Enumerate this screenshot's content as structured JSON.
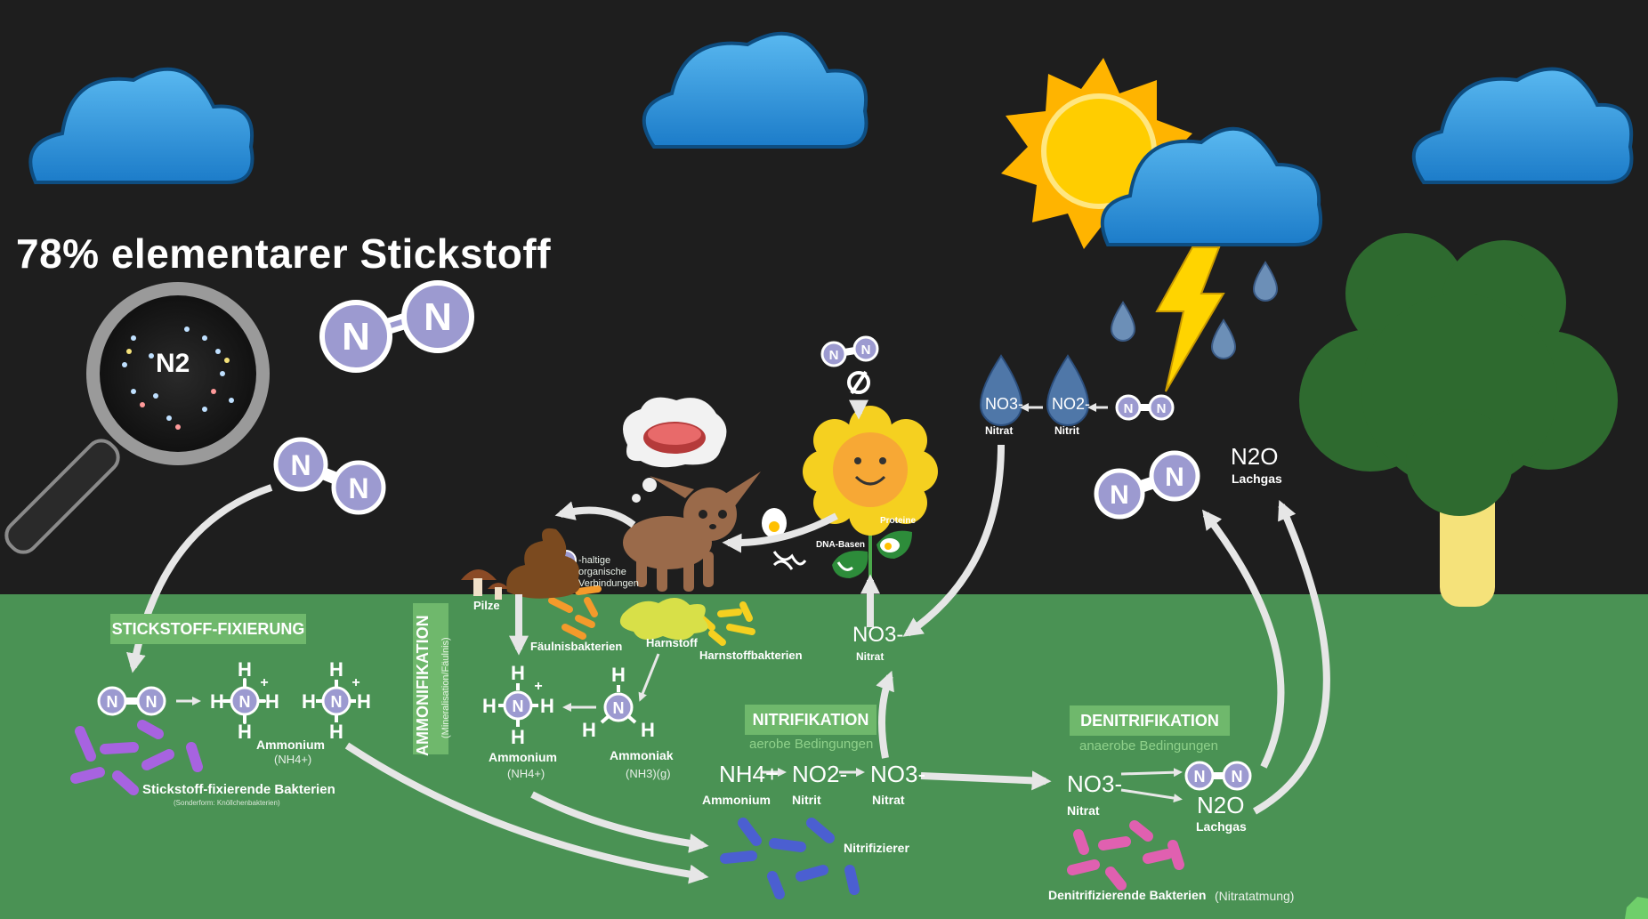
{
  "title": "78% elementarer Stickstoff",
  "magnifier_label": "N2",
  "processes": {
    "fixation": "STICKSTOFF-FIXIERUNG",
    "ammonification": "AMMONIFIKATION",
    "ammonification_sub": "(Mineralisation/Fäulnis)",
    "nitrification": "NITRIFIKATION",
    "nitrification_sub": "aerobe Bedingungen",
    "denitrification": "DENITRIFIKATION",
    "denitrification_sub": "anaerobe Bedingungen"
  },
  "labels": {
    "fix_bacteria": "Stickstoff-fixierende Bakterien",
    "fix_bacteria_sub": "(Sonderform: Knöllchenbakterien)",
    "ammonium_left": "Ammonium",
    "ammonium_left_formula": "(NH4+)",
    "ammonium_mid": "Ammonium",
    "ammonium_mid_formula": "(NH4+)",
    "ammoniak": "Ammoniak",
    "ammoniak_formula": "(NH3)(g)",
    "pilze": "Pilze",
    "faeulnis": "Fäulnisbakterien",
    "harnstoff": "Harnstoff",
    "harnstoffbakterien": "Harnstoffbakterien",
    "n_haltige": "-haltige organische Verbindungen",
    "dna_basen": "DNA-Basen",
    "proteine": "Proteine",
    "nitrat_ground": "Nitrat",
    "nitrat_sky": "Nitrat",
    "nitrit_sky": "Nitrit",
    "nitri_ammonium": "Ammonium",
    "nitri_nitrit": "Nitrit",
    "nitri_nitrat": "Nitrat",
    "nitrifizierer": "Nitrifizierer",
    "deni_nitrat": "Nitrat",
    "deni_lachgas": "Lachgas",
    "sky_lachgas": "Lachgas",
    "deni_bacteria": "Denitrifizierende Bakterien",
    "deni_bacteria_sub": "(Nitratatmung)"
  },
  "formulas": {
    "no3_ground": "NO3-",
    "nh4": "NH4+",
    "no2": "NO2-",
    "no3": "NO3-",
    "no3_deni": "NO3-",
    "n2o_deni": "N2O",
    "n2o_sky": "N2O",
    "no3_drop": "NO3-",
    "no2_drop": "NO2-"
  },
  "colors": {
    "sky": "#1e1e1e",
    "ground": "#4a9254",
    "label_box": "#6fb86c",
    "cloud": "#2f96dd",
    "sun": "#ffc400",
    "nitrogen_atom": "#9c9ad0",
    "tree": "#2e6a2f"
  },
  "icons": [
    "cloud-icon",
    "sun-icon",
    "lightning-icon",
    "raindrop-icon",
    "tree-icon",
    "magnifier-icon",
    "flower-icon",
    "dog-icon",
    "meat-icon",
    "egg-icon",
    "dna-icon",
    "mushroom-icon",
    "bacteria-icon",
    "arrow-icon"
  ]
}
